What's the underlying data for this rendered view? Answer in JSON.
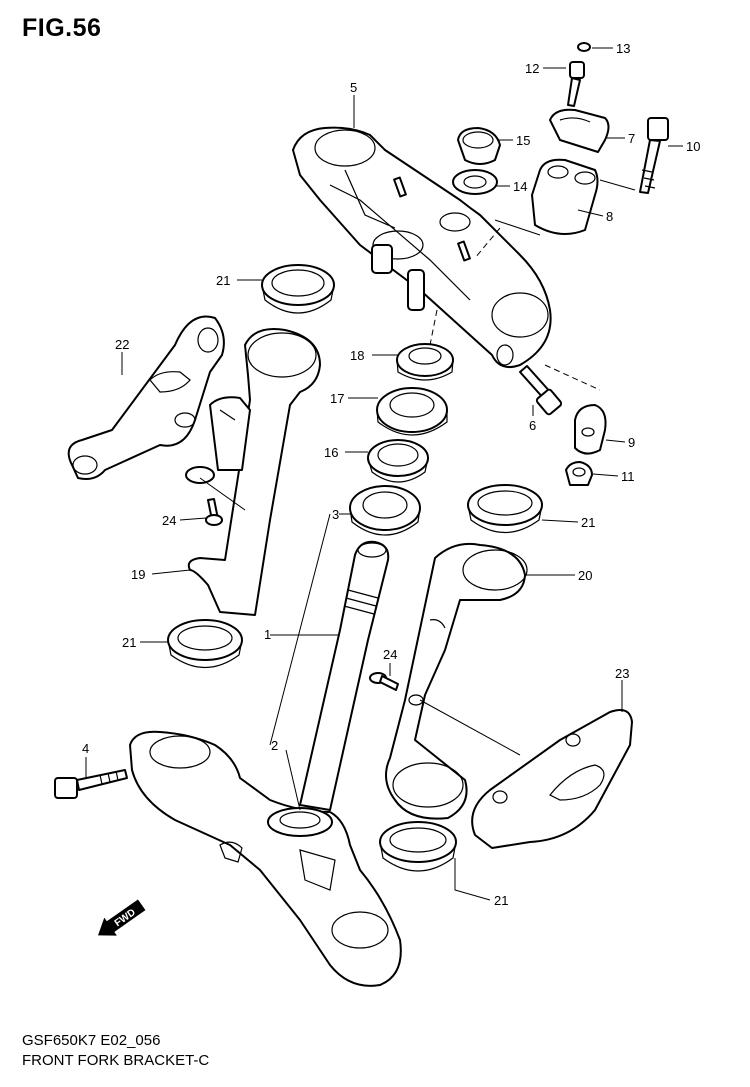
{
  "figure": {
    "title": "FIG.56",
    "footer_code": "GSF650K7 E02_056",
    "footer_name": "FRONT FORK BRACKET-C",
    "fwd_label": "FWD"
  },
  "callouts": [
    "1",
    "2",
    "3",
    "4",
    "5",
    "6",
    "7",
    "8",
    "9",
    "10",
    "11",
    "12",
    "13",
    "14",
    "15",
    "16",
    "17",
    "18",
    "19",
    "20",
    "21",
    "21",
    "21",
    "21",
    "22",
    "23",
    "24",
    "24"
  ]
}
